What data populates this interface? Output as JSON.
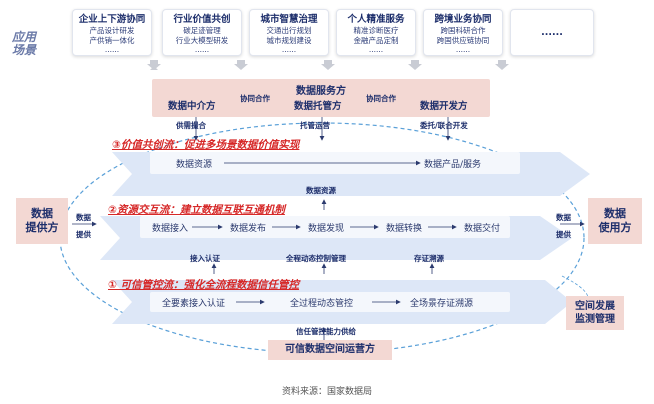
{
  "scenarios": {
    "label_lines": [
      "应用",
      "场景"
    ],
    "cards": [
      {
        "title": "企业上下游协同",
        "lines": [
          "产品设计研发",
          "产供销一体化",
          "......"
        ]
      },
      {
        "title": "行业价值共创",
        "lines": [
          "碳足迹管理",
          "行业大模型研发",
          "......"
        ]
      },
      {
        "title": "城市智慧治理",
        "lines": [
          "交通出行规划",
          "城市规划建设",
          "......"
        ]
      },
      {
        "title": "个人精准服务",
        "lines": [
          "精准诊断医疗",
          "金融产品定制",
          "......"
        ]
      },
      {
        "title": "跨境业务协同",
        "lines": [
          "跨国科研合作",
          "跨国供应链协同",
          "......"
        ]
      },
      {
        "title": "......",
        "lines": []
      }
    ]
  },
  "service": {
    "title": "数据服务方",
    "nodes": [
      "数据中介方",
      "数据托管方",
      "数据开发方"
    ],
    "coop": [
      "协同合作",
      "协同合作"
    ],
    "below": [
      "供需撮合",
      "托管运营",
      "委托/联合开发"
    ]
  },
  "flows": {
    "value": {
      "label": "③价值共创流：促进多场景数据价值实现",
      "left": "数据资源",
      "right": "数据产品/服务",
      "below": "数据资源"
    },
    "resource": {
      "label": "②资源交互流：建立数据互联互通机制",
      "steps": [
        "数据接入",
        "数据发布",
        "数据发现",
        "数据转换",
        "数据交付"
      ],
      "below": [
        "接入认证",
        "全程动态控制管理",
        "存证溯源"
      ]
    },
    "trust": {
      "label": "① 可信管控流：强化全流程数据信任管控",
      "steps": [
        "全要素接入认证",
        "全过程动态管控",
        "全场景存证溯源"
      ],
      "below": "信任管控能力供给"
    }
  },
  "provider": {
    "box_lines": [
      "数据",
      "提供方"
    ],
    "arrow_lines": [
      "数据",
      "提供"
    ]
  },
  "user": {
    "box_lines": [
      "数据",
      "使用方"
    ],
    "arrow_lines": [
      "数据",
      "提供"
    ]
  },
  "operator": "可信数据空间运营方",
  "monitor_lines": [
    "空间发展",
    "监测管理"
  ],
  "source": "资料来源：国家数据局",
  "colors": {
    "navy": "#1d2e6b",
    "pink_box": "#f3d8d3",
    "flow_band": "#dde7f7",
    "flow_red": "#d62828",
    "ellipse_dash": "#5aa0d8"
  }
}
